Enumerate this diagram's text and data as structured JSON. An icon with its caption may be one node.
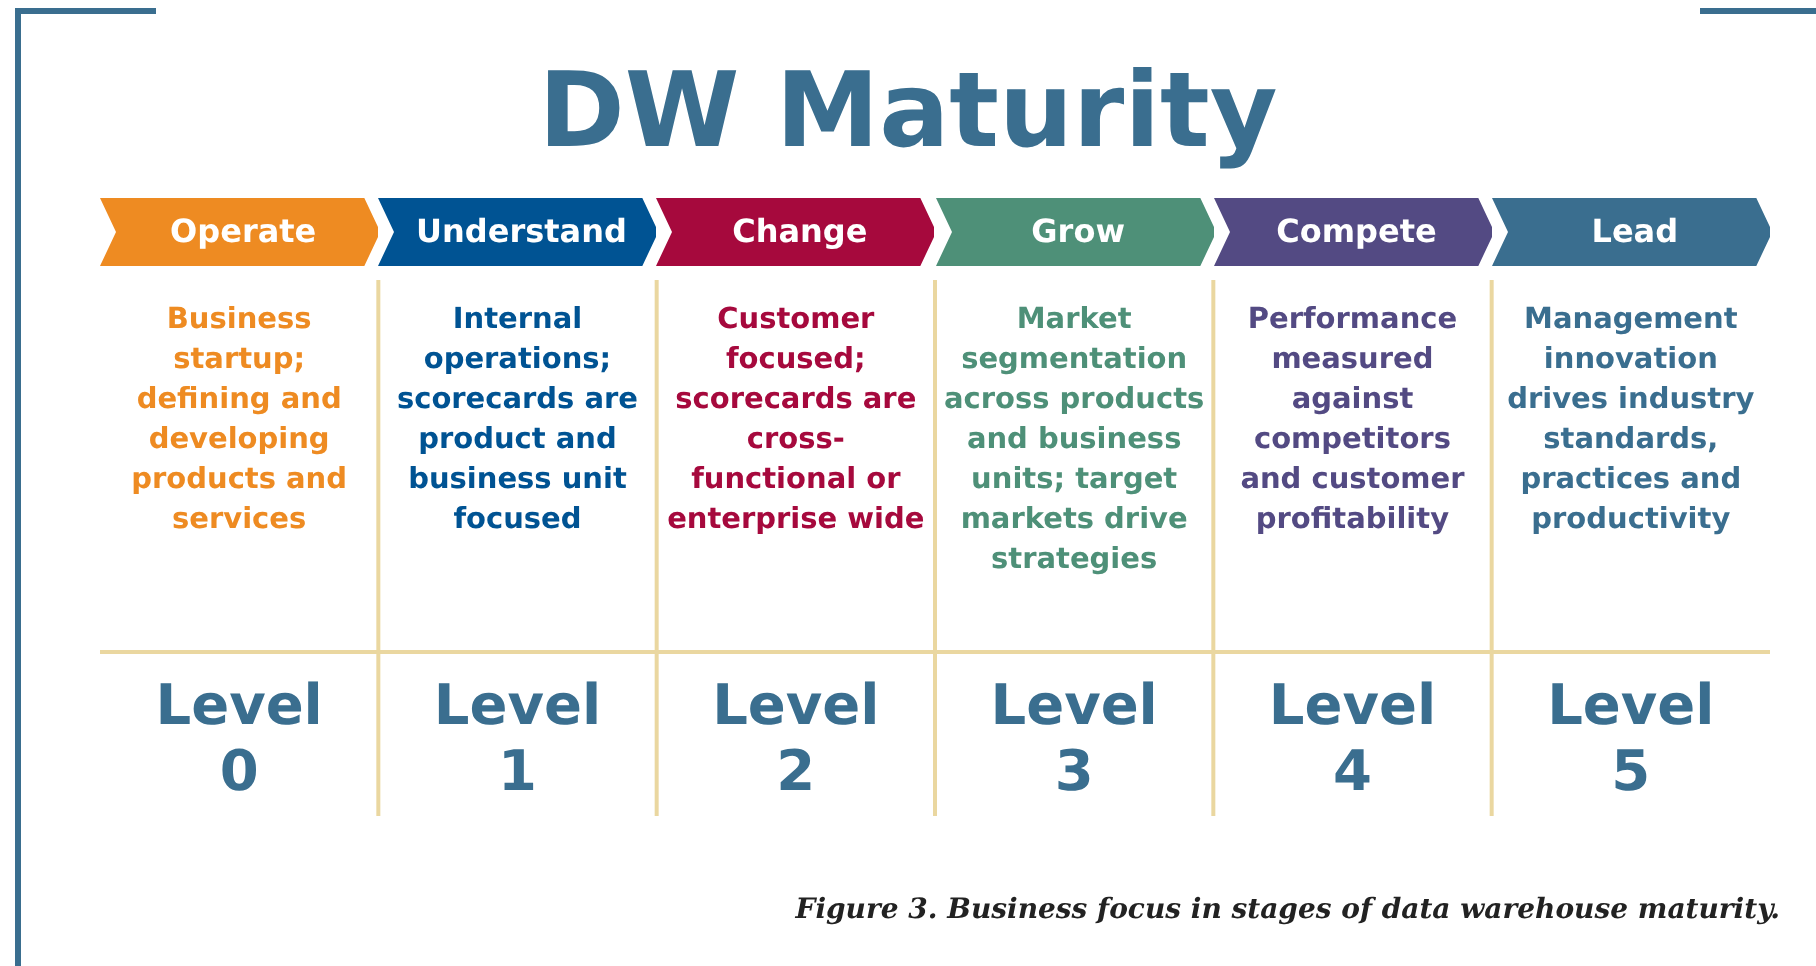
{
  "diagram": {
    "title": "DW Maturity",
    "nodes": [
      {
        "text": [
          "Operate"
        ]
      },
      {
        "text": [
          "Understand"
        ]
      },
      {
        "text": [
          "Change"
        ]
      },
      {
        "text": [
          "Grow"
        ]
      },
      {
        "text": [
          "Compete"
        ]
      },
      {
        "text": [
          "Lead"
        ]
      }
    ],
    "labels": [
      "Business startup; defining and developing products and services",
      "Internal operations; scorecards are product and business unit focused",
      "Customer focused; scorecards are cross-functional or enterprise wide",
      "Market segmentation across products and business units; target markets drive strategies",
      "Performance measured against competitors and customer profitability",
      "Management innovation drives industry standards, practices and productivity",
      "Level 0",
      "Level 1",
      "Level 2",
      "Level 3",
      "Level 4",
      "Level 5"
    ],
    "caption": "Figure 3. Business focus in stages of data warehouse maturity."
  }
}
